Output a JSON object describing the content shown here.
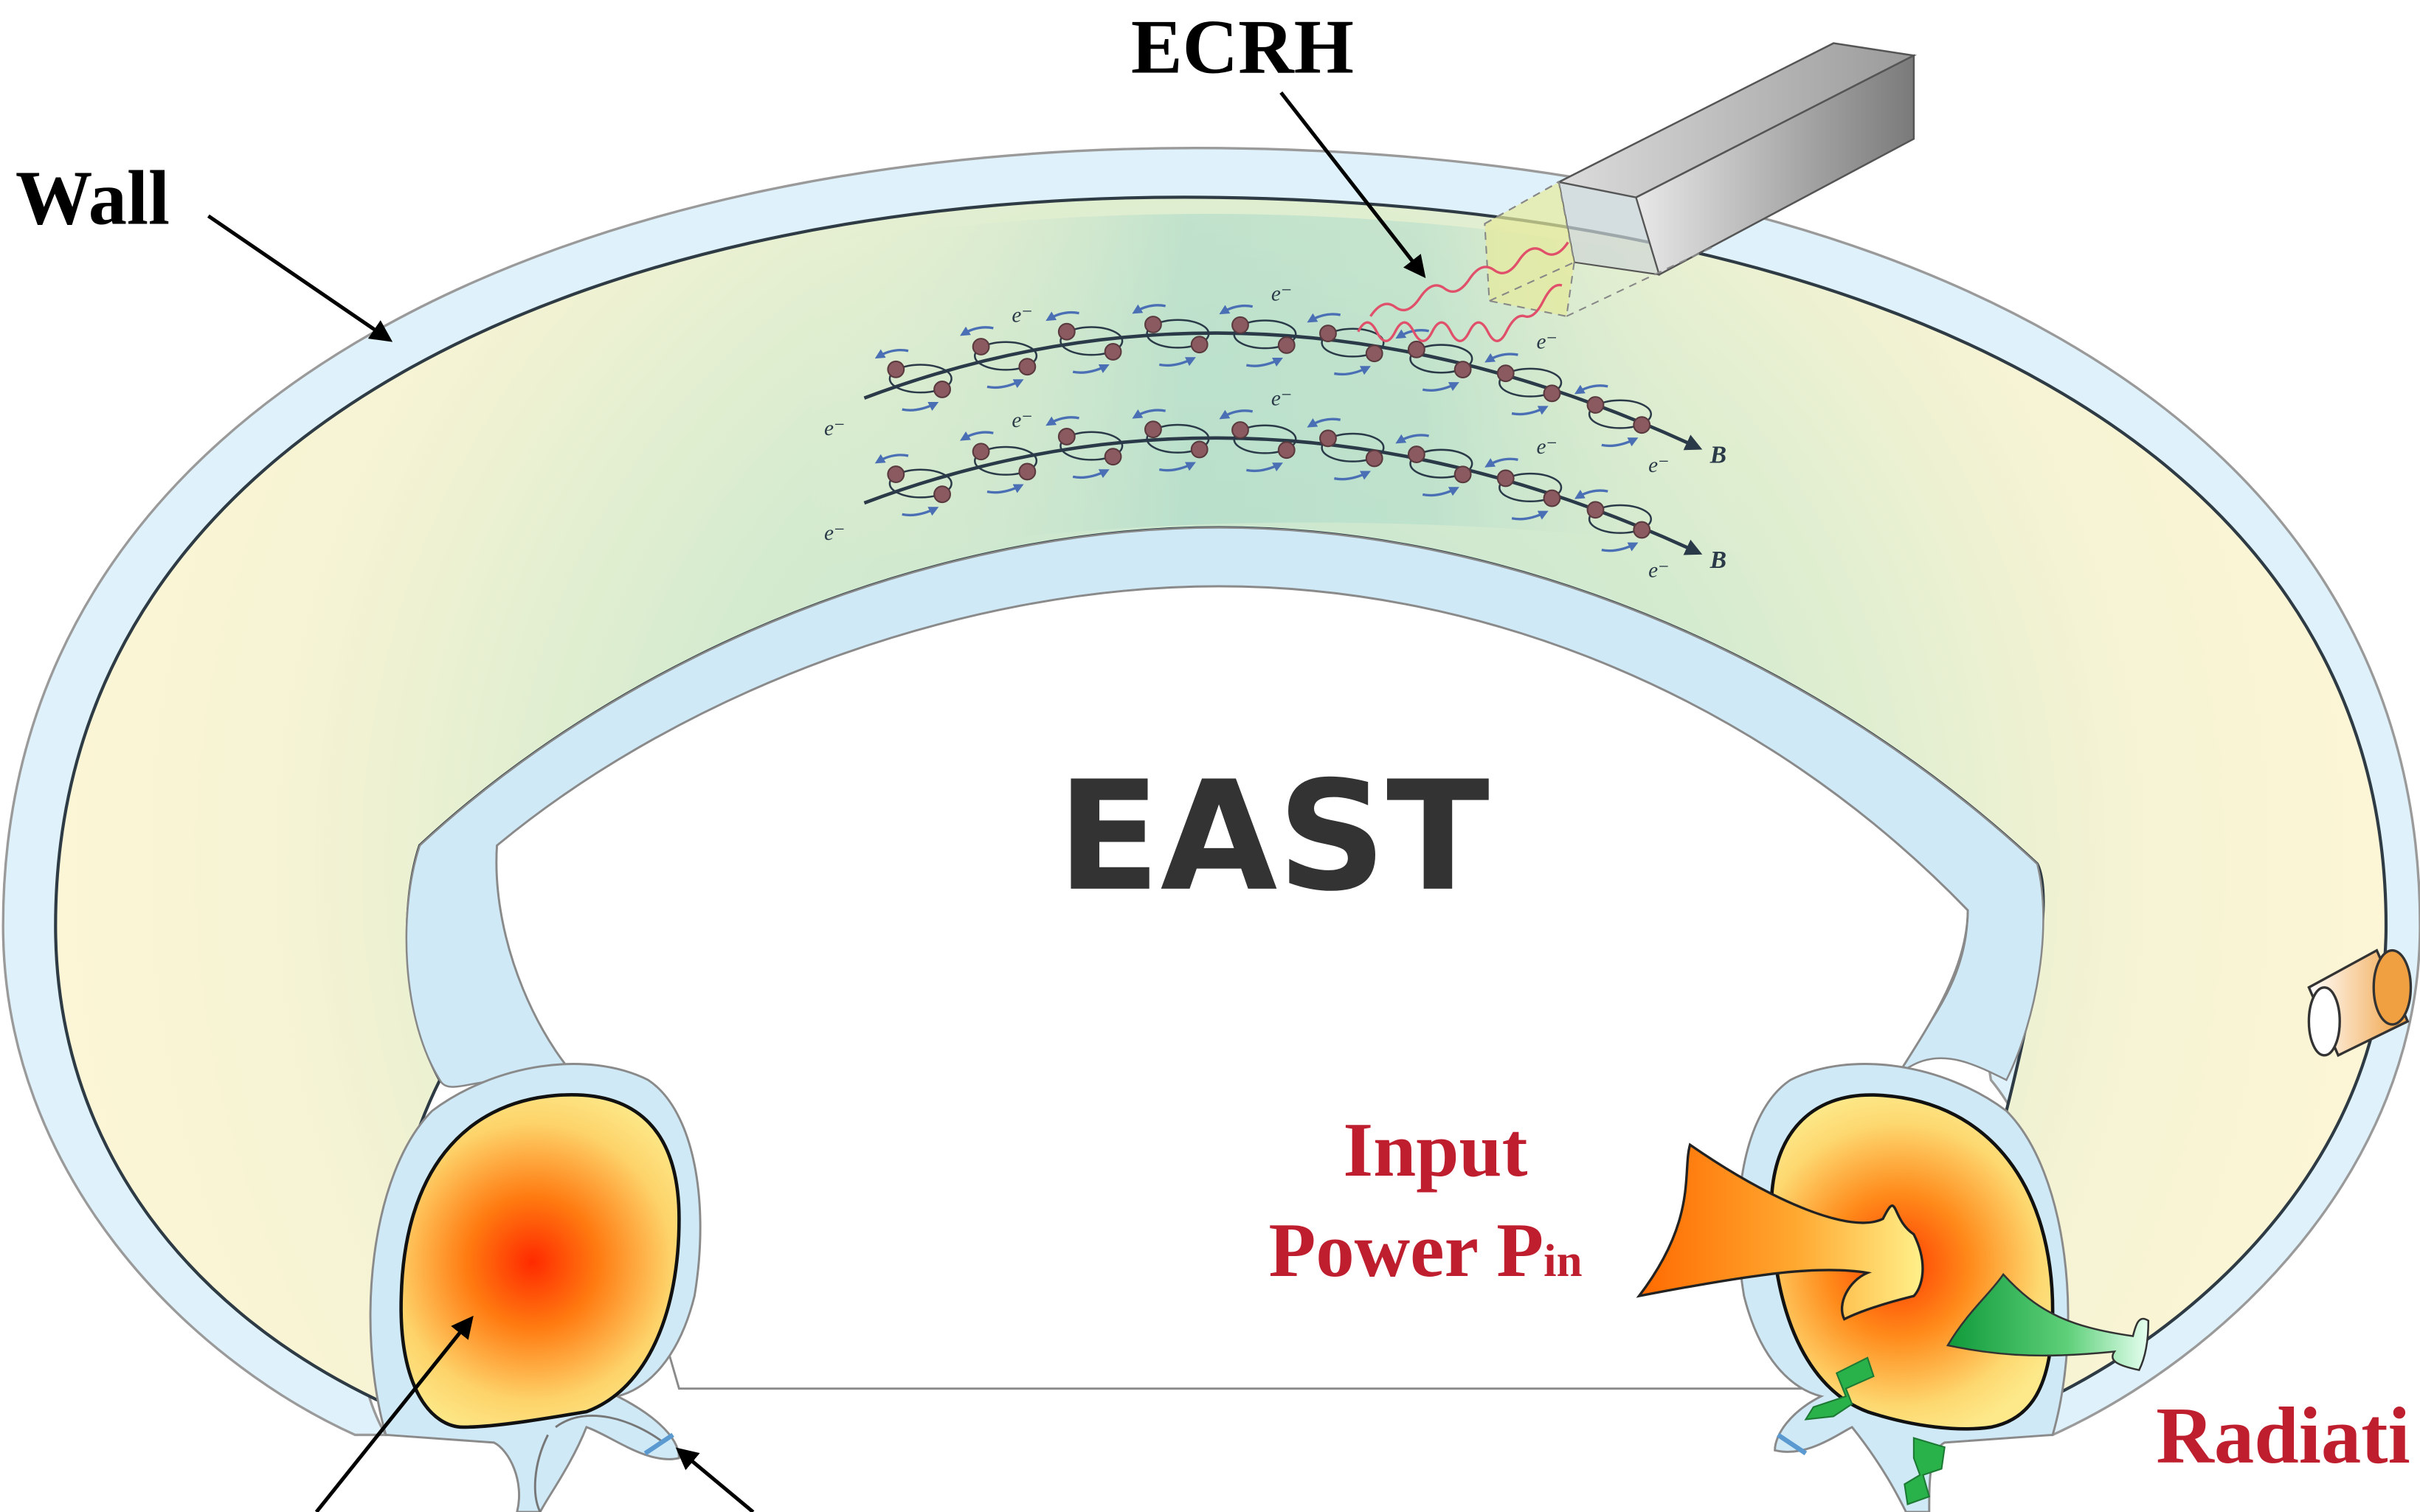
{
  "labels": {
    "ecrh": "ECRH",
    "wall": "Wall",
    "device": "EAST",
    "input_line1": "Input",
    "input_line2": "Power P",
    "input_sub": "in",
    "radiation": "Radiati",
    "electron": "e⁻",
    "field": "B"
  },
  "colors": {
    "input_label": "#be1e2d",
    "radiation_label": "#be1e2d",
    "device_text": "#333333",
    "label_text": "#000000",
    "field_line": "#2b3a48",
    "electron_dot": "#8a5a60",
    "electron_outline": "#5a3a3e",
    "drift_arrow": "#4a6fb5",
    "wave": "#e0506a",
    "wall_blue": "#cfe9f6",
    "plasma_yellow": "#fbf5d4",
    "plasma_green": "#bde0cc",
    "core_hot": "#ff3b00",
    "core_cool": "#fde98a",
    "power_arrow": "#ff7a10",
    "radiation_arrow": "#29b24a"
  },
  "icons": {
    "waveguide": "ecrh-waveguide-icon",
    "diagnostic_port": "diagnostic-port-icon",
    "input_arrow": "input-power-arrow-icon",
    "radiation_arrow": "radiation-arrow-icon"
  }
}
